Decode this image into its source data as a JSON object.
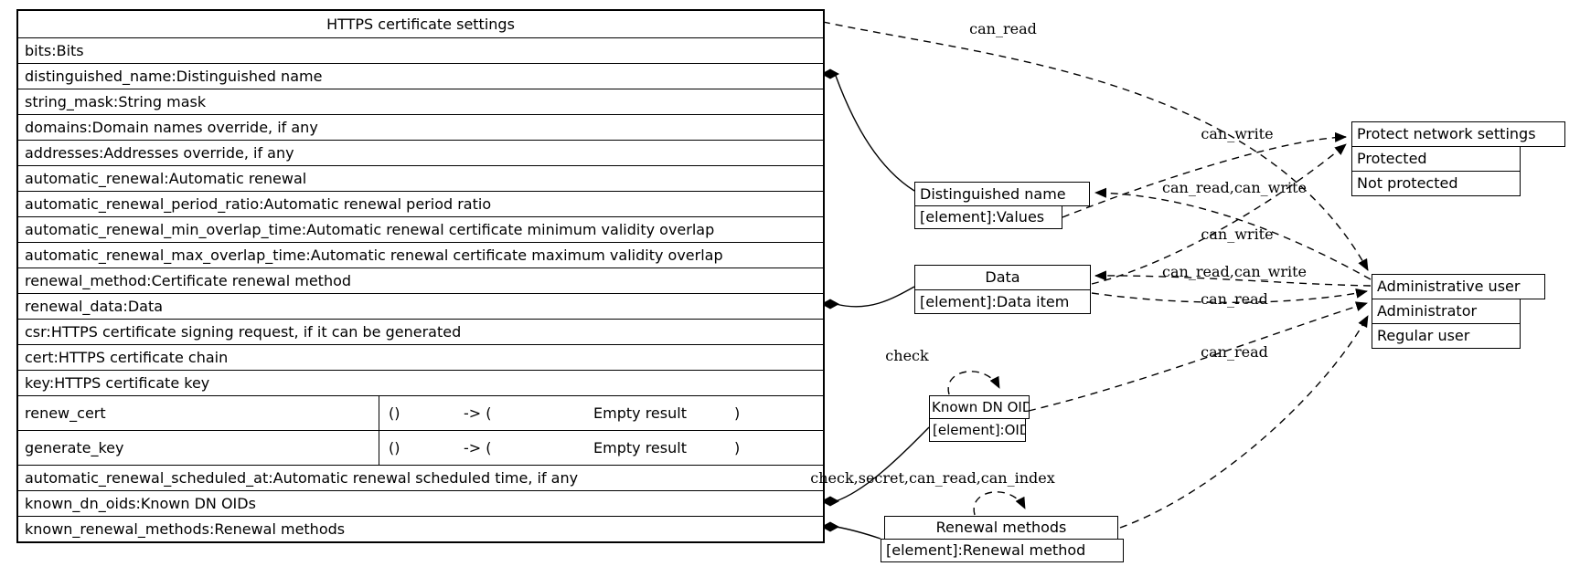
{
  "colors": {
    "line": "#000000",
    "background": "#ffffff"
  },
  "table": {
    "title": "HTTPS certificate settings",
    "rows": [
      "bits:Bits",
      "distinguished_name:Distinguished name",
      "string_mask:String mask",
      "domains:Domain names override, if any",
      "addresses:Addresses override, if any",
      "automatic_renewal:Automatic renewal",
      "automatic_renewal_period_ratio:Automatic renewal period ratio",
      "automatic_renewal_min_overlap_time:Automatic renewal certificate minimum validity overlap",
      "automatic_renewal_max_overlap_time:Automatic renewal certificate maximum validity overlap",
      "renewal_method:Certificate renewal method",
      "renewal_data:Data",
      "csr:HTTPS certificate signing request, if it can be generated",
      "cert:HTTPS certificate chain",
      "key:HTTPS certificate key"
    ],
    "methods": [
      {
        "name": "renew_cert",
        "params": "()",
        "arrow": "-> (",
        "result": "Empty result",
        "close": ")"
      },
      {
        "name": "generate_key",
        "params": "()",
        "arrow": "-> (",
        "result": "Empty result",
        "close": ")"
      }
    ],
    "rows_bottom": [
      "automatic_renewal_scheduled_at:Automatic renewal scheduled time, if any",
      "known_dn_oids:Known DN OIDs",
      "known_renewal_methods:Renewal methods"
    ]
  },
  "boxes": {
    "distinguished_name": {
      "title": "Distinguished name",
      "element": "[element]:Values"
    },
    "data": {
      "title": "Data",
      "element": "[element]:Data item"
    },
    "known_dn_oids": {
      "title": "Known DN OIDs",
      "element": "[element]:OID"
    },
    "renewal_methods": {
      "title": "Renewal methods",
      "element": "[element]:Renewal method"
    },
    "protect_network_settings": {
      "title": "Protect network settings",
      "values": [
        "Protected",
        "Not protected"
      ]
    },
    "administrative_user": {
      "title": "Administrative user",
      "values": [
        "Administrator",
        "Regular user"
      ]
    }
  },
  "edge_labels": {
    "table_to_admin": "can_read",
    "dn_to_protect": "can_write",
    "admin_to_dn": "can_read,can_write",
    "data_to_protect": "can_write",
    "admin_to_data": "can_read,can_write",
    "data_to_admin": "can_read",
    "oids_self_check": "check",
    "oids_to_admin": "can_read",
    "renewal_self_loop": "check,secret,can_read,can_index"
  }
}
